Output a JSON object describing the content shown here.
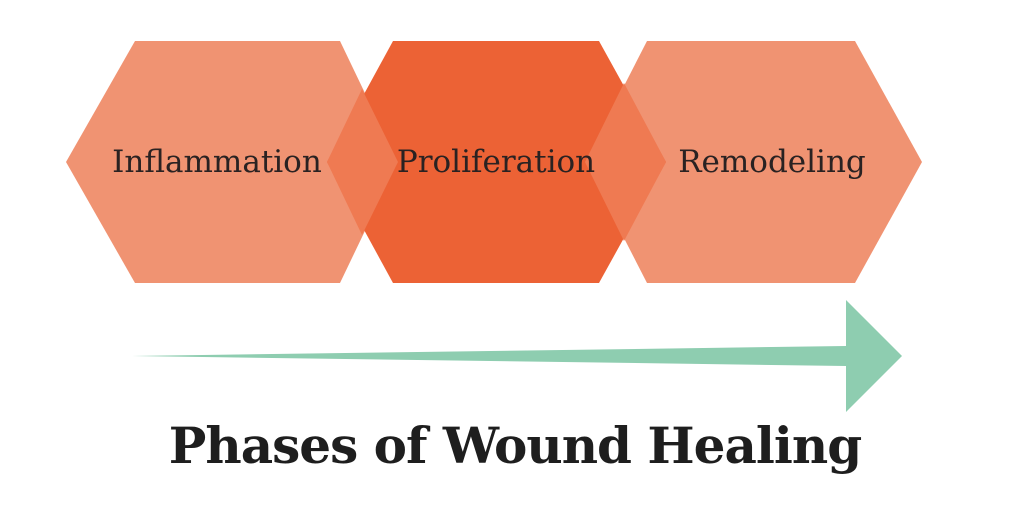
{
  "diagram": {
    "title": "Phases of Wound Healing",
    "phases": [
      {
        "label": "Inflammation",
        "color": "#f09372"
      },
      {
        "label": "Proliferation",
        "color": "#ec6235"
      },
      {
        "label": "Remodeling",
        "color": "#f09372"
      }
    ],
    "overlap_color": "#ef7a52",
    "arrow_color": "#8ecdb0",
    "text_color": "#2a2222"
  }
}
